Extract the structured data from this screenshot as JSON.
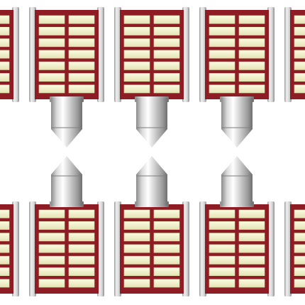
{
  "scene": {
    "subject": "festoon-led-bulb",
    "background": "#ffffff",
    "colors": {
      "pcb": "#8e1c24",
      "led_face": "#f1f0c8",
      "led_shade": "#dcdba6",
      "metal_light": "#f4f4f4",
      "metal_mid": "#c9c9c9",
      "metal_dark": "#7d7d7d"
    },
    "rows": [
      {
        "orientation": "cap-down",
        "bulbs": [
          "bulb-1",
          "bulb-2",
          "bulb-3",
          "bulb-4",
          "bulb-5"
        ]
      },
      {
        "orientation": "cap-up",
        "bulbs": [
          "bulb-6",
          "bulb-7",
          "bulb-8",
          "bulb-9",
          "bulb-10"
        ]
      }
    ],
    "led_rows_per_bulb": 7,
    "led_columns_per_bulb": 2
  }
}
